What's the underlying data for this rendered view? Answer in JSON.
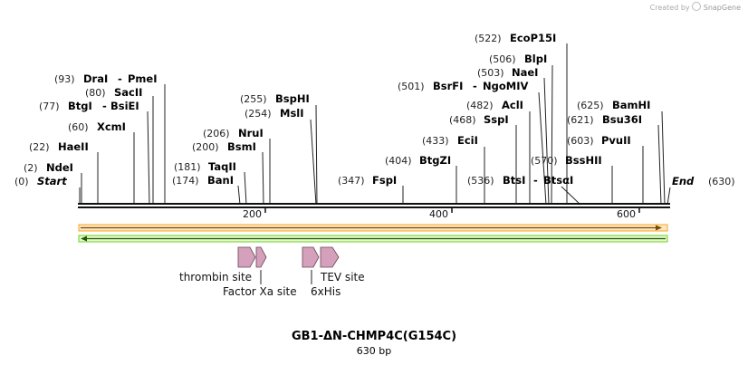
{
  "credit": {
    "prefix": "Created by",
    "brand": "SnapGene"
  },
  "map": {
    "length": 630,
    "tick_labels": [
      "200",
      "400",
      "600"
    ],
    "colors": {
      "forward_feature": "#f5a623",
      "reverse_feature": "#6fd11e",
      "feature_arrow": "#d4a0bb"
    }
  },
  "sites": [
    {
      "pos": "(0)",
      "name": "Start",
      "bp": 0
    },
    {
      "pos": "(2)",
      "name": "NdeI",
      "bp": 2
    },
    {
      "pos": "(22)",
      "name": "HaeII",
      "bp": 22
    },
    {
      "pos": "(60)",
      "name": "XcmI",
      "bp": 60
    },
    {
      "pos": "(77)",
      "name": "BtgI",
      "name2": "BsiEI",
      "bp": 77
    },
    {
      "pos": "(80)",
      "name": "SacII",
      "bp": 80
    },
    {
      "pos": "(93)",
      "name": "DraI",
      "name2": "PmeI",
      "bp": 93
    },
    {
      "pos": "(174)",
      "name": "BanI",
      "bp": 174
    },
    {
      "pos": "(181)",
      "name": "TaqII",
      "bp": 181
    },
    {
      "pos": "(200)",
      "name": "BsmI",
      "bp": 200
    },
    {
      "pos": "(206)",
      "name": "NruI",
      "bp": 206
    },
    {
      "pos": "(254)",
      "name": "MslI",
      "bp": 254
    },
    {
      "pos": "(255)",
      "name": "BspHI",
      "bp": 255
    },
    {
      "pos": "(347)",
      "name": "FspI",
      "bp": 347
    },
    {
      "pos": "(404)",
      "name": "BtgZI",
      "bp": 404
    },
    {
      "pos": "(433)",
      "name": "EciI",
      "bp": 433
    },
    {
      "pos": "(468)",
      "name": "SspI",
      "bp": 468
    },
    {
      "pos": "(482)",
      "name": "AclI",
      "bp": 482
    },
    {
      "pos": "(501)",
      "name": "BsrFI",
      "name2": "NgoMIV",
      "bp": 501
    },
    {
      "pos": "(503)",
      "name": "NaeI",
      "bp": 503
    },
    {
      "pos": "(506)",
      "name": "BlpI",
      "bp": 506
    },
    {
      "pos": "(522)",
      "name": "EcoP15I",
      "bp": 522
    },
    {
      "pos": "(536)",
      "name": "BtsI",
      "name2": "BtsαI",
      "bp": 536
    },
    {
      "pos": "(570)",
      "name": "BssHII",
      "bp": 570
    },
    {
      "pos": "(603)",
      "name": "PvuII",
      "bp": 603
    },
    {
      "pos": "(621)",
      "name": "Bsu36I",
      "bp": 621
    },
    {
      "pos": "(625)",
      "name": "BamHI",
      "bp": 625
    },
    {
      "pos": "(630)",
      "name": "End",
      "bp": 630
    }
  ],
  "features": [
    "thrombin site",
    "Factor Xa site",
    "TEV site",
    "6xHis"
  ],
  "title": "GB1-ΔN-CHMP4C(G154C)",
  "subtitle": "630 bp"
}
